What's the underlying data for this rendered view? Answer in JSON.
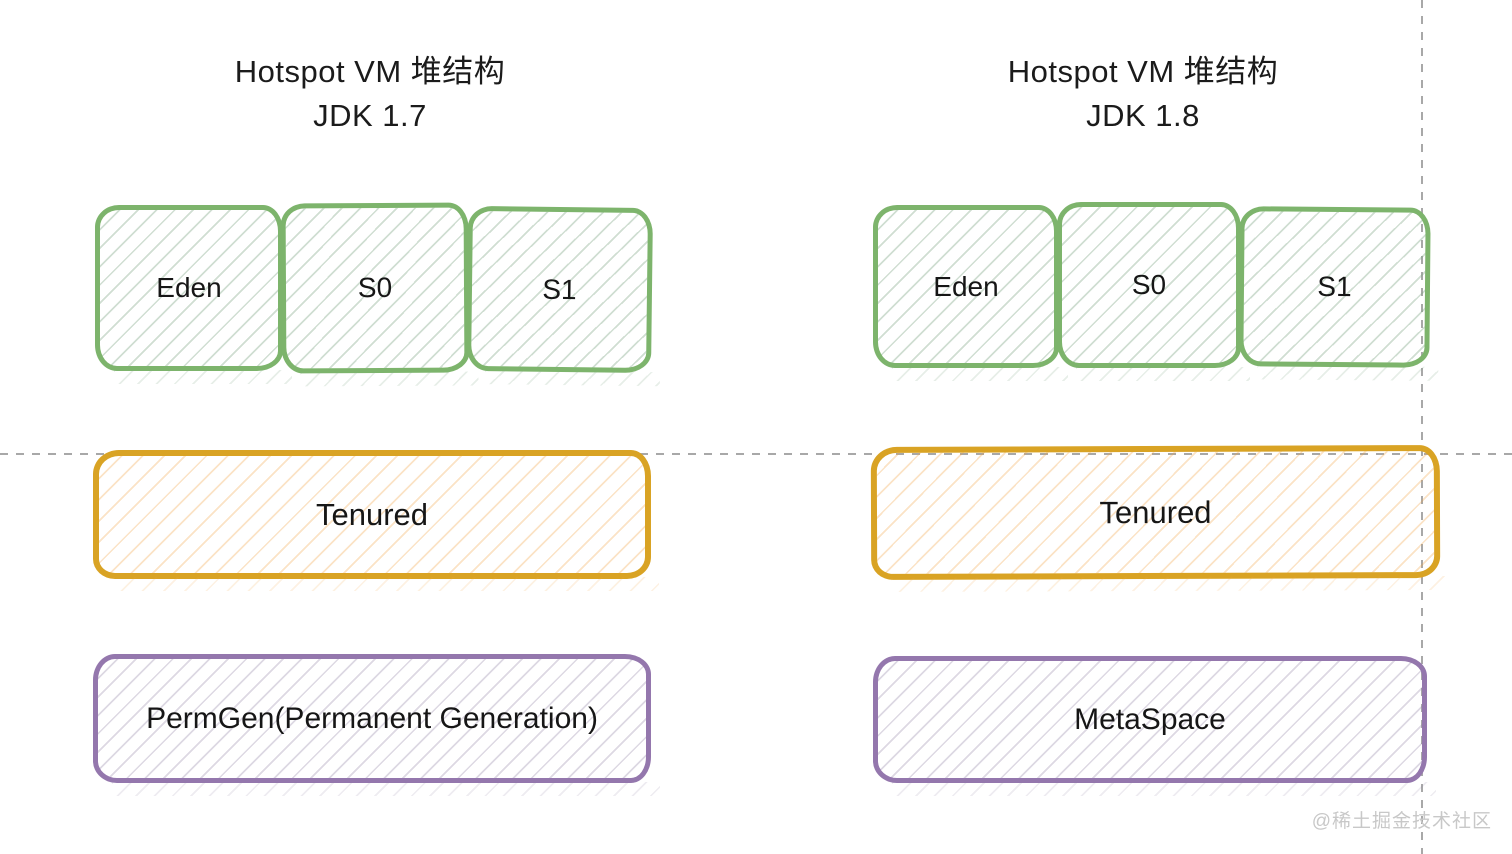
{
  "watermark": "@稀土掘金技术社区",
  "colors": {
    "young_gen_border": "#7db46c",
    "old_gen_border": "#d9a324",
    "perm_gen_border": "#9477ad",
    "dashed_line": "#a8a8a8",
    "title_text": "#1b1b1b",
    "watermark_text": "#c8c8c8"
  },
  "diagrams": [
    {
      "title_line1": "Hotspot VM 堆结构",
      "title_line2": "JDK 1.7",
      "young_regions": [
        "Eden",
        "S0",
        "S1"
      ],
      "old_region": "Tenured",
      "non_heap_region": "PermGen(Permanent Generation)"
    },
    {
      "title_line1": "Hotspot VM 堆结构",
      "title_line2": "JDK 1.8",
      "young_regions": [
        "Eden",
        "S0",
        "S1"
      ],
      "old_region": "Tenured",
      "non_heap_region": "MetaSpace"
    }
  ]
}
